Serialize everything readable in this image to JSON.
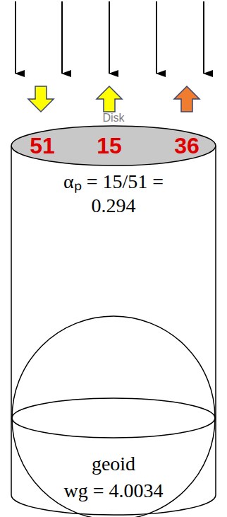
{
  "diagram": {
    "nodes": [
      {
        "text": [
          "αₚ = 15/51 = 0.294"
        ]
      },
      {
        "text": [
          "Disk",
          "51",
          "15",
          "36"
        ],
        "in": 0
      },
      {
        "text": [
          "geoid",
          "wg = 4.0034"
        ],
        "in": 0
      }
    ]
  }
}
